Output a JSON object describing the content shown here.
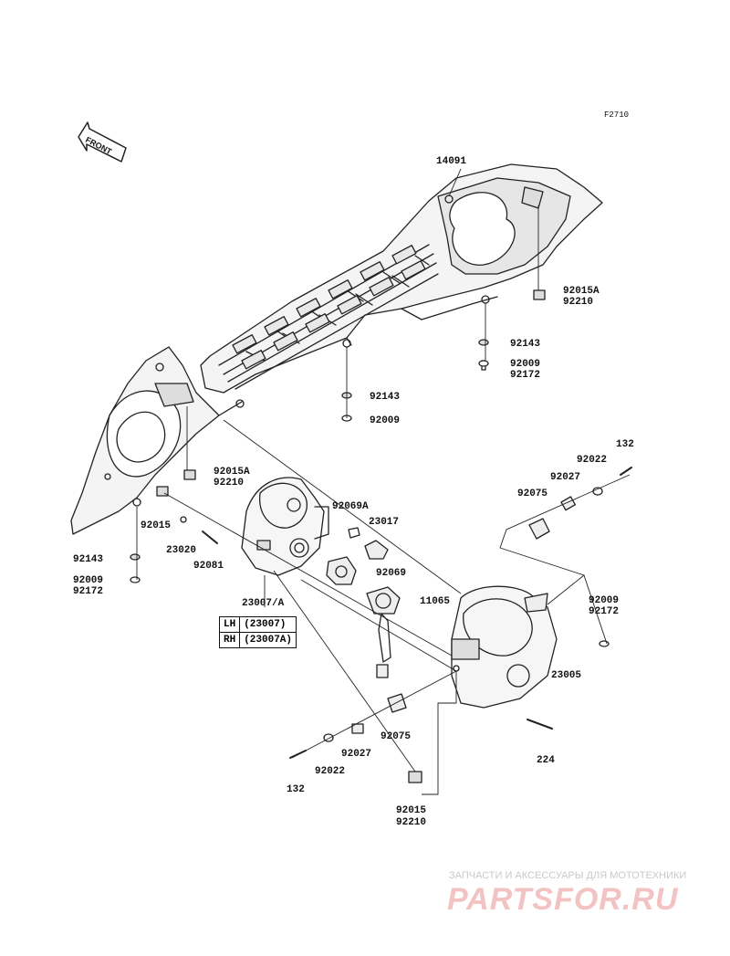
{
  "figure_code": "F2710",
  "front_label": "FRONT",
  "parts": {
    "p14091": "14091",
    "p92015A_r": "92015A",
    "p92210_r": "92210",
    "p92143_r": "92143",
    "p92009_r": "92009",
    "p92172_r": "92172",
    "p92143_c": "92143",
    "p92009_c": "92009",
    "p92015A_l": "92015A",
    "p92210_l": "92210",
    "p92069A": "92069A",
    "p23017": "23017",
    "p92015_l": "92015",
    "p23020": "23020",
    "p92081": "92081",
    "p92069": "92069",
    "p92143_l": "92143",
    "p92009_l": "92009",
    "p92172_l": "92172",
    "p11065": "11065",
    "p23007A": "23007/A",
    "p132_r": "132",
    "p92022_r": "92022",
    "p92027_r": "92027",
    "p92075_r": "92075",
    "p92009_rr": "92009",
    "p92172_rr": "92172",
    "p23005": "23005",
    "p92075_b": "92075",
    "p92027_b": "92027",
    "p224": "224",
    "p92022_b": "92022",
    "p132_b": "132",
    "p92015_b": "92015",
    "p92210_b": "92210"
  },
  "side_table": {
    "rows": [
      {
        "side": "LH",
        "part": "(23007)"
      },
      {
        "side": "RH",
        "part": "(23007A)"
      }
    ]
  },
  "watermark": {
    "tagline": "ЗАПЧАСТИ И АКСЕССУАРЫ ДЛЯ МОТОТЕХНИКИ",
    "brand": "PARTSFOR.RU"
  }
}
